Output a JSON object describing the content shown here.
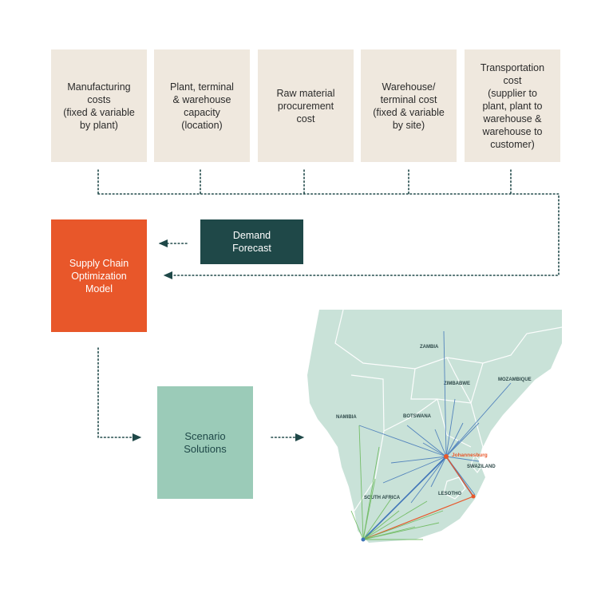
{
  "cost_inputs": [
    {
      "label": "Manufacturing\ncosts\n(fixed & variable\nby plant)"
    },
    {
      "label": "Plant, terminal\n& warehouse\ncapacity\n(location)"
    },
    {
      "label": "Raw material\nprocurement\ncost"
    },
    {
      "label": "Warehouse/\nterminal cost\n(fixed & variable\nby site)"
    },
    {
      "label": "Transportation\ncost\n(supplier to\nplant, plant to\nwarehouse &\nwarehouse to\ncustomer)"
    }
  ],
  "model": {
    "label": "Supply Chain\nOptimization\nModel"
  },
  "demand": {
    "label": "Demand\nForecast"
  },
  "scenario": {
    "label": "Scenario\nSolutions"
  },
  "map": {
    "countries": {
      "zambia": "ZAMBIA",
      "zimbabwe": "ZIMBABWE",
      "mozambique": "MOZAMBIQUE",
      "namibia": "NAMIBIA",
      "botswana": "BOTSWANA",
      "swaziland": "SWAZILAND",
      "lesotho": "LESOTHO",
      "south_africa": "SOUTH AFRICA"
    },
    "city": "Johannesburg"
  },
  "colors": {
    "cost_box": "#efe8de",
    "model": "#e8572a",
    "demand": "#1f4848",
    "scenario": "#9bcbb8",
    "map_land": "#c9e2d8",
    "route_blue": "#3f74b8",
    "route_green": "#6dba5e",
    "route_red": "#e8572a"
  }
}
